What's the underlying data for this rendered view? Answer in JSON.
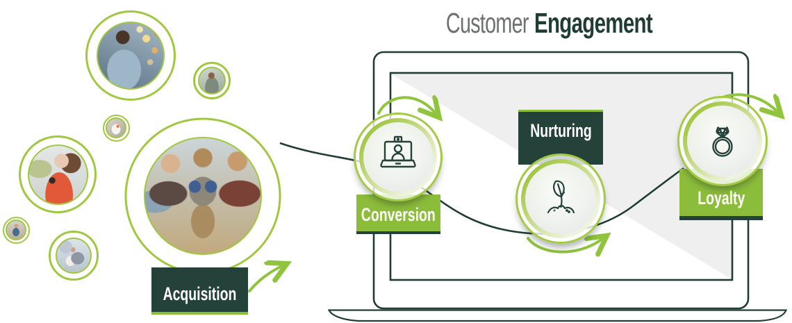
{
  "title": {
    "prefix": "Customer",
    "highlight": "Engagement"
  },
  "funnel": {
    "stages": [
      {
        "key": "acquisition",
        "label": "Acquisition",
        "label_style": "dark-with-green-strip",
        "icon": "crowd-photo"
      },
      {
        "key": "conversion",
        "label": "Conversion",
        "label_style": "green-with-dark-strip",
        "icon": "video-call-laptop-icon"
      },
      {
        "key": "nurturing",
        "label": "Nurturing",
        "label_style": "dark-with-green-strip",
        "icon": "seedling-icon"
      },
      {
        "key": "loyalty",
        "label": "Loyalty",
        "label_style": "green-with-dark-strip",
        "icon": "diamond-ring-icon"
      }
    ]
  },
  "bubbles": [
    {
      "name": "man-browsing-phone-photo"
    },
    {
      "name": "man-small-photo"
    },
    {
      "name": "hand-holding-card-photo"
    },
    {
      "name": "woman-with-phone-photo"
    },
    {
      "name": "pedestrian-tiny-photo"
    },
    {
      "name": "couple-at-fair-photo"
    },
    {
      "name": "street-crowd-photo"
    }
  ],
  "colors": {
    "green": "#8cbd3a",
    "ring_green": "#9fc83f",
    "arrow_green": "#8fc43c",
    "dark_teal": "#24423a",
    "line_teal": "#203d35",
    "title_gray": "#6d706e",
    "triangle_gray": "#efefef"
  }
}
